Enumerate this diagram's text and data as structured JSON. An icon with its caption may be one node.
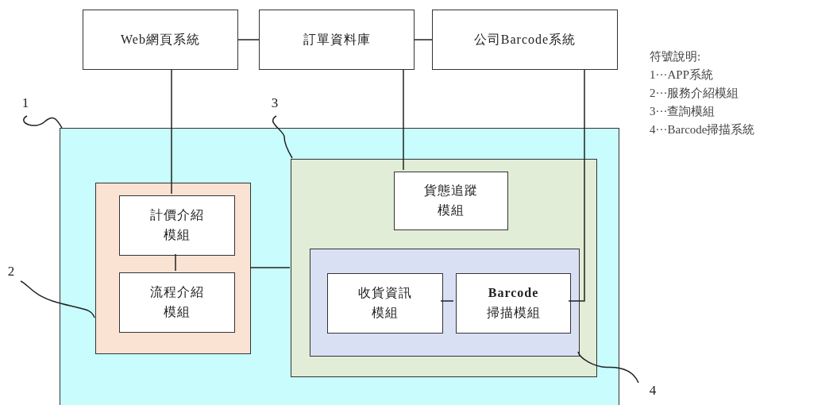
{
  "diagram": {
    "nodes": [
      {
        "text": [
          "Web網頁系統"
        ]
      },
      {
        "text": [
          "訂單資料庫"
        ]
      },
      {
        "text": [
          "公司Barcode系統"
        ]
      },
      {
        "text": [],
        "shape": "box"
      },
      {
        "text": [],
        "shape": "box",
        "in": 3
      },
      {
        "text": [
          "計價介紹模組"
        ],
        "in": 4
      },
      {
        "text": [
          "流程介紹模組"
        ],
        "in": 4
      },
      {
        "text": [],
        "shape": "box",
        "in": 3
      },
      {
        "text": [
          "貨態追蹤模組"
        ],
        "in": 7
      },
      {
        "text": [],
        "shape": "box",
        "in": 7
      },
      {
        "text": [
          "收貨資訊模組"
        ],
        "in": 9
      },
      {
        "text": [
          "**Barcode** 掃描模組"
        ],
        "in": 9
      },
      {
        "text": [
          "1"
        ]
      },
      {
        "text": [
          "3"
        ]
      },
      {
        "text": [
          "2"
        ]
      },
      {
        "text": [
          "4"
        ]
      }
    ],
    "edges": [
      {
        "from": 0,
        "to": 1,
        "arrow": "none"
      },
      {
        "from": 1,
        "to": 2,
        "arrow": "none"
      },
      {
        "from": 0,
        "to": 5,
        "arrow": "none"
      },
      {
        "from": 1,
        "to": 8,
        "arrow": "none"
      },
      {
        "from": 2,
        "to": 11,
        "arrow": "none"
      },
      {
        "from": 5,
        "to": 6,
        "arrow": "none"
      },
      {
        "from": 4,
        "to": 7,
        "arrow": "none"
      },
      {
        "from": 10,
        "to": 11,
        "arrow": "none"
      },
      {
        "from": 12,
        "to": 3,
        "arrow": "none"
      },
      {
        "from": 13,
        "to": 7,
        "arrow": "none"
      },
      {
        "from": 14,
        "to": 4,
        "arrow": "none"
      },
      {
        "from": 15,
        "to": 9,
        "arrow": "none"
      }
    ],
    "labels": [
      "符號說明:",
      "1···APP系統",
      "2···服務介紹模組",
      "3···查詢模組",
      "4···Barcode掃描系統"
    ]
  }
}
